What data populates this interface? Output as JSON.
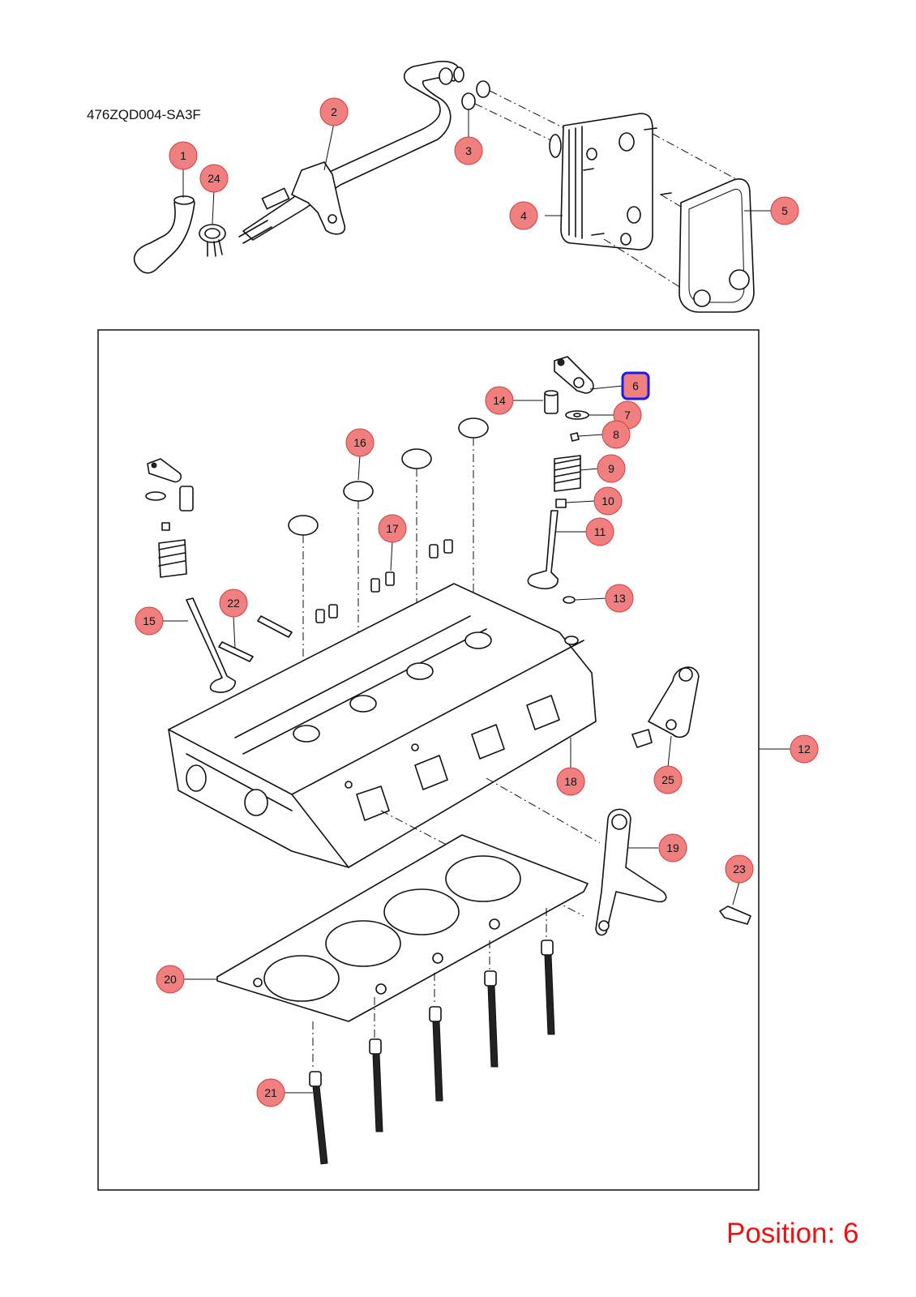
{
  "diagram_code": "476ZQD004-SA3F",
  "position_label": "Position: 6",
  "selected_callout": "6",
  "colors": {
    "callout_fill": "#f08080",
    "callout_stroke": "#d83a3a",
    "selected_stroke": "#1a1aee",
    "position_text": "#ee1111"
  },
  "callouts": [
    "1",
    "2",
    "3",
    "4",
    "5",
    "6",
    "7",
    "8",
    "9",
    "10",
    "11",
    "12",
    "13",
    "14",
    "15",
    "16",
    "17",
    "18",
    "19",
    "20",
    "21",
    "22",
    "23",
    "24",
    "25"
  ]
}
